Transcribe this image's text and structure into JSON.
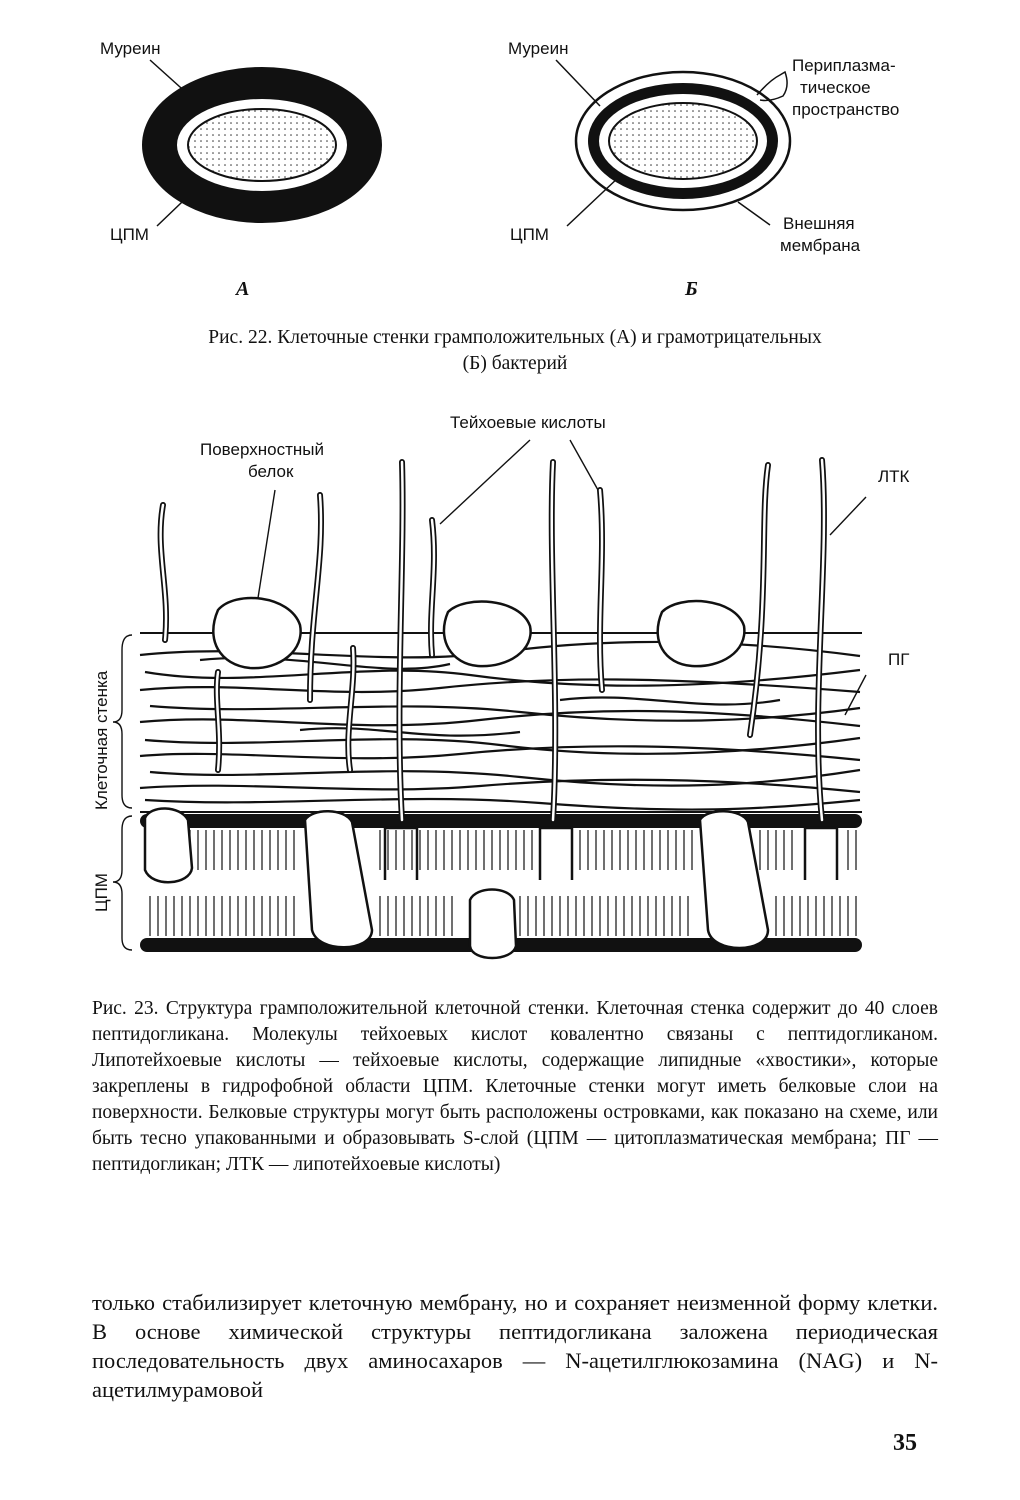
{
  "fig22": {
    "a": {
      "murein_label": "Муреин",
      "cpm_label": "ЦПМ",
      "letter": "А"
    },
    "b": {
      "murein_label": "Муреин",
      "periplasm_label": [
        "Периплазма-",
        "тическое",
        "пространство"
      ],
      "cpm_label": "ЦПМ",
      "outer_label": [
        "Внешняя",
        "мембрана"
      ],
      "letter": "Б"
    },
    "caption_line1": "Рис. 22. Клеточные стенки грамположительных (А) и грамотрицательных",
    "caption_line2": "(Б) бактерий"
  },
  "fig23": {
    "teichoic_label": "Тейхоевые кислоты",
    "surface_protein_label": [
      "Поверхностный",
      "белок"
    ],
    "ltk_label": "ЛТК",
    "pg_label": "ПГ",
    "cell_wall_label": "Клеточная стенка",
    "cpm_label": "ЦПМ",
    "caption": "Рис. 23. Структура грамположительной клеточной стенки. Клеточная стенка содержит до 40 слоев пептидогликана. Молекулы тейхоевых кислот ковалентно связаны с пептидогликаном. Липотейхоевые кислоты — тейхоевые кислоты, содержащие липидные «хвостики», которые закреплены в гидрофобной области ЦПМ. Клеточные стенки могут иметь белковые слои на поверхности. Белковые структуры могут быть расположены островками, как показано на схеме, или быть тесно упакованными и образовывать S-слой (ЦПМ — цитоплазматическая мембрана; ПГ — пептидогликан; ЛТК — липотейхоевые кислоты)"
  },
  "body_text": "только стабилизирует клеточную мембрану, но и сохраняет неизменной форму клетки. В основе химической структуры пептидогликана заложена периодическая последовательность двух аминосахаров — N-ацетилглюкозамина (NAG) и N-ацетилмурамовой",
  "page_number": "35"
}
